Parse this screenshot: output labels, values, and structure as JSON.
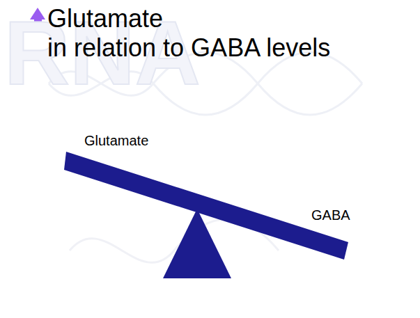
{
  "diagram": {
    "title": "Glutamate",
    "labels": [
      "RNA",
      "in relation to GABA levels",
      "Glutamate",
      "GABA"
    ]
  }
}
